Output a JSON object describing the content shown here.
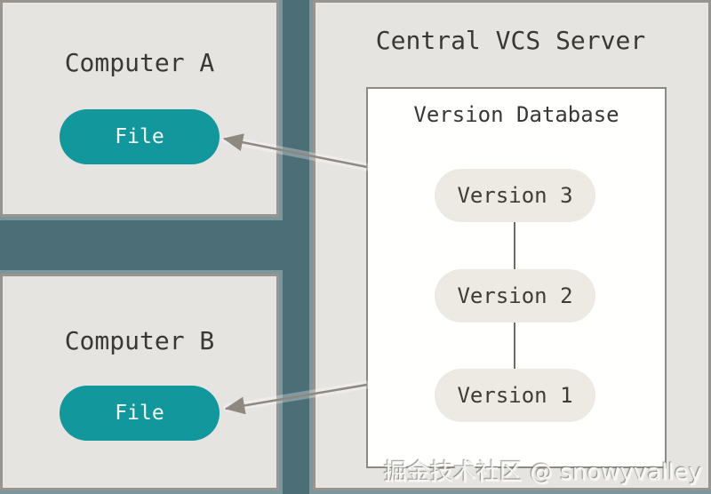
{
  "computer_a": {
    "title": "Computer A",
    "file_label": "File"
  },
  "computer_b": {
    "title": "Computer B",
    "file_label": "File"
  },
  "server": {
    "title": "Central VCS Server",
    "database": {
      "title": "Version Database",
      "versions": [
        "Version 3",
        "Version 2",
        "Version 1"
      ]
    }
  },
  "watermark": "掘金技术社区 @ snowyvalley",
  "colors": {
    "background": "#4c6e77",
    "panel": "#e5e4e1",
    "panel_border": "#98948f",
    "file_pill": "#12979d",
    "file_text": "#f4fafa",
    "version_pill": "#eceae3",
    "title_text": "#3a3834",
    "arrow": "#8d8880",
    "database_bg": "#fffffe"
  }
}
